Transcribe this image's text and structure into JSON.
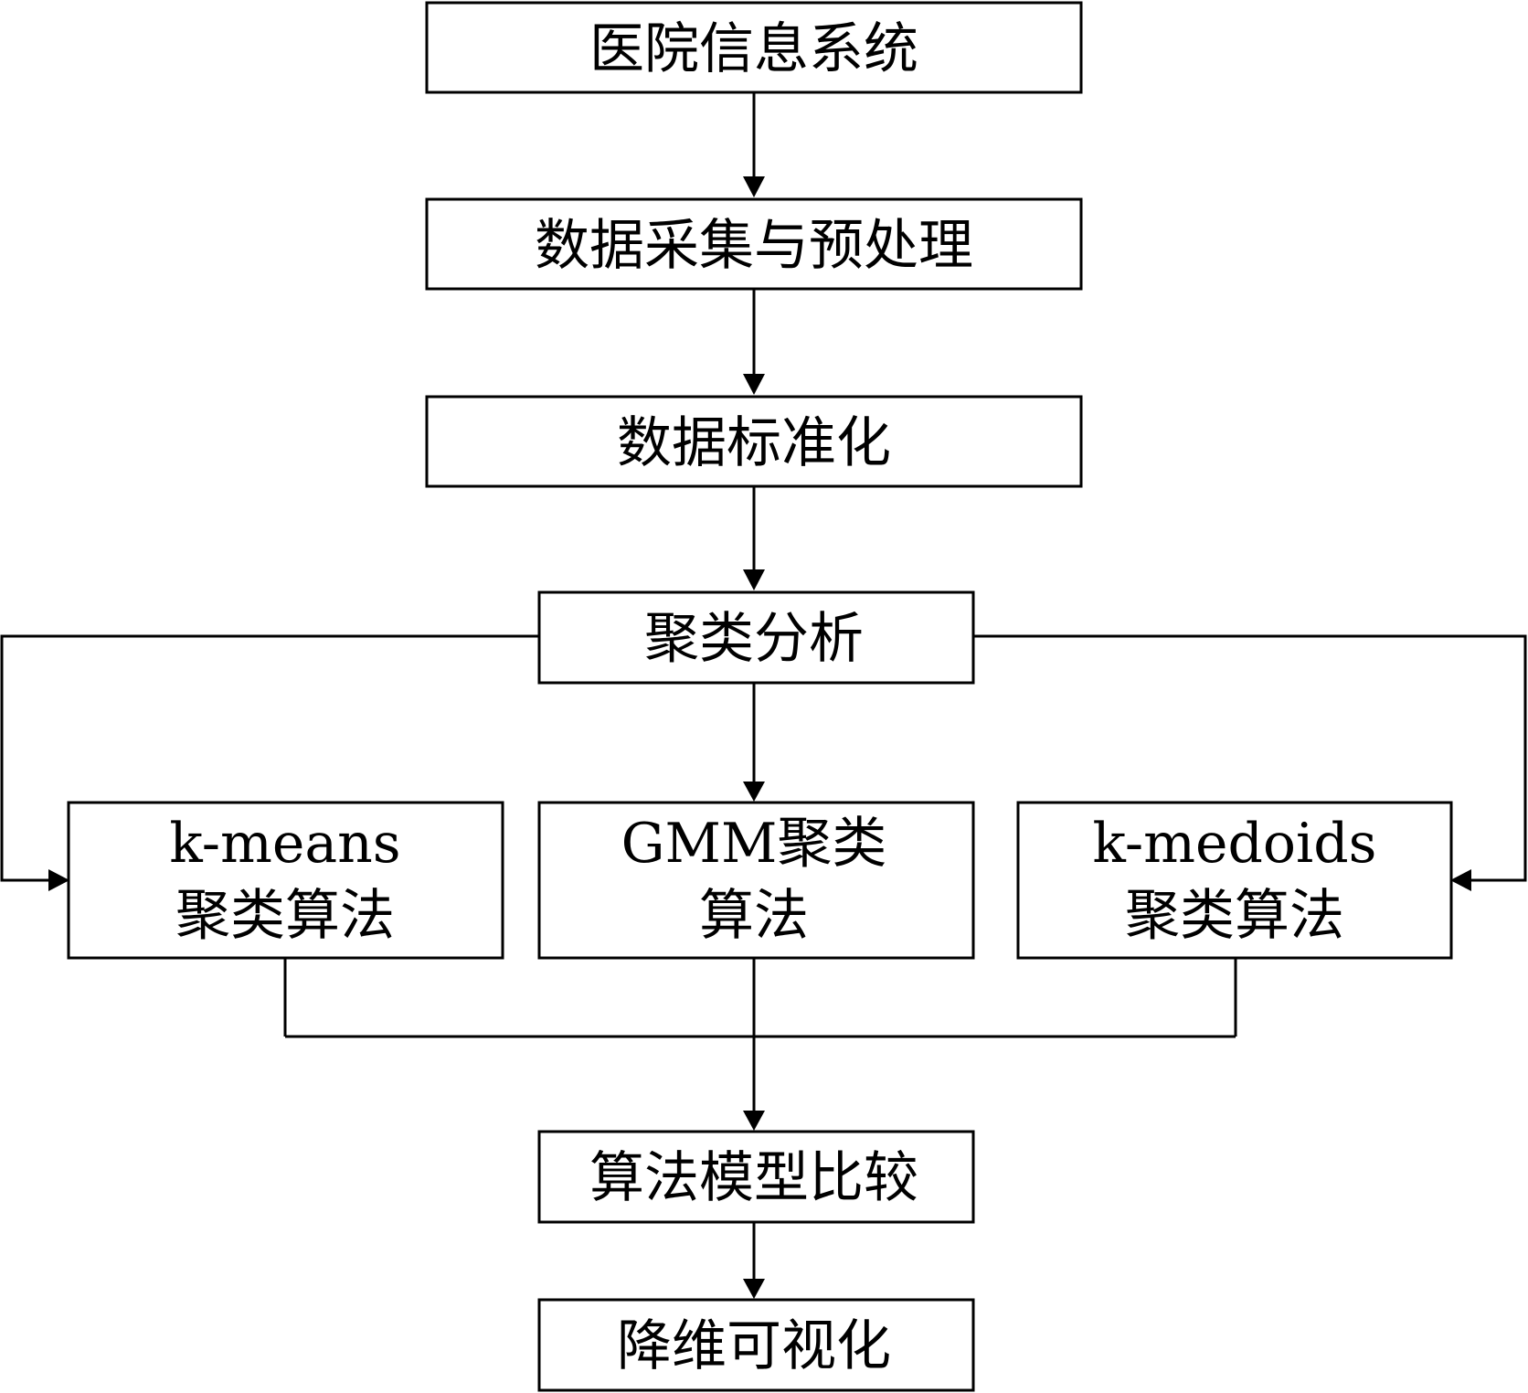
{
  "nodes": {
    "his": "医院信息系统",
    "collect": "数据采集与预处理",
    "standardize": "数据标准化",
    "cluster": "聚类分析",
    "kmeans": [
      "k-means",
      "聚类算法"
    ],
    "gmm": [
      "GMM聚类",
      "算法"
    ],
    "kmedoids": [
      "k-medoids",
      "聚类算法"
    ],
    "compare": "算法模型比较",
    "visualize": "降维可视化"
  }
}
